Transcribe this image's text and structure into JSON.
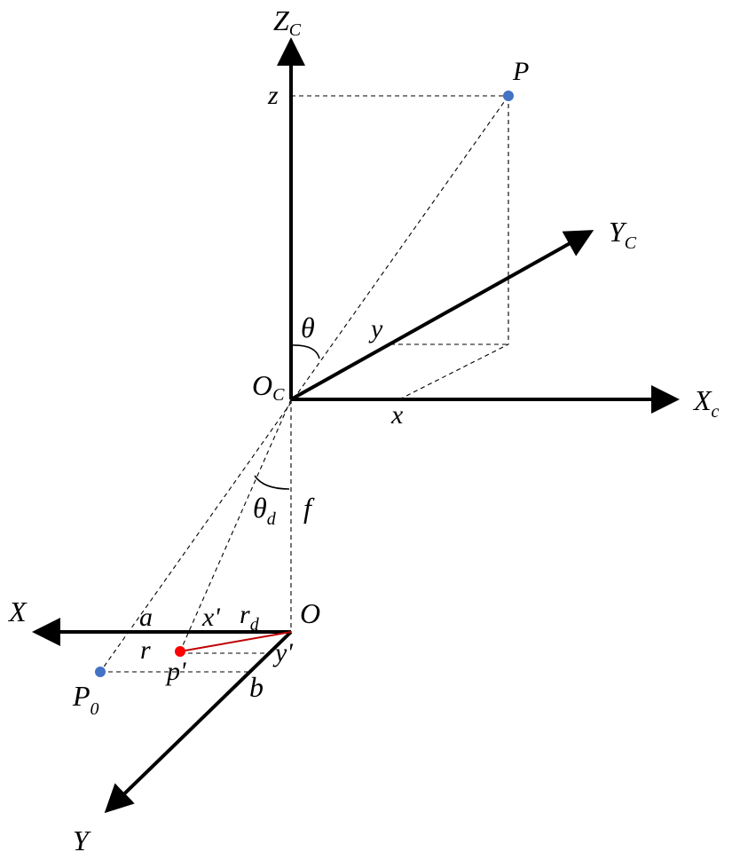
{
  "colors": {
    "axis": "#000000",
    "point_blue": "#4472c4",
    "point_red": "#ff0000",
    "segment_red": "#c00000"
  },
  "labels": {
    "zc": "Z",
    "zc_sub": "C",
    "yc": "Y",
    "yc_sub": "C",
    "xc": "X",
    "xc_sub": "c",
    "oc": "O",
    "oc_sub": "C",
    "P": "P",
    "z": "z",
    "y": "y",
    "x": "x",
    "theta": "θ",
    "theta_d": "θ",
    "theta_d_sub": "d",
    "f": "f",
    "X": "X",
    "Y": "Y",
    "O": "O",
    "a": "a",
    "b": "b",
    "r": "r",
    "x_prime": "x'",
    "y_prime": "y'",
    "r_d": "r",
    "r_d_sub": "d",
    "p_prime": "p'",
    "P0": "P",
    "P0_sub": "0"
  }
}
